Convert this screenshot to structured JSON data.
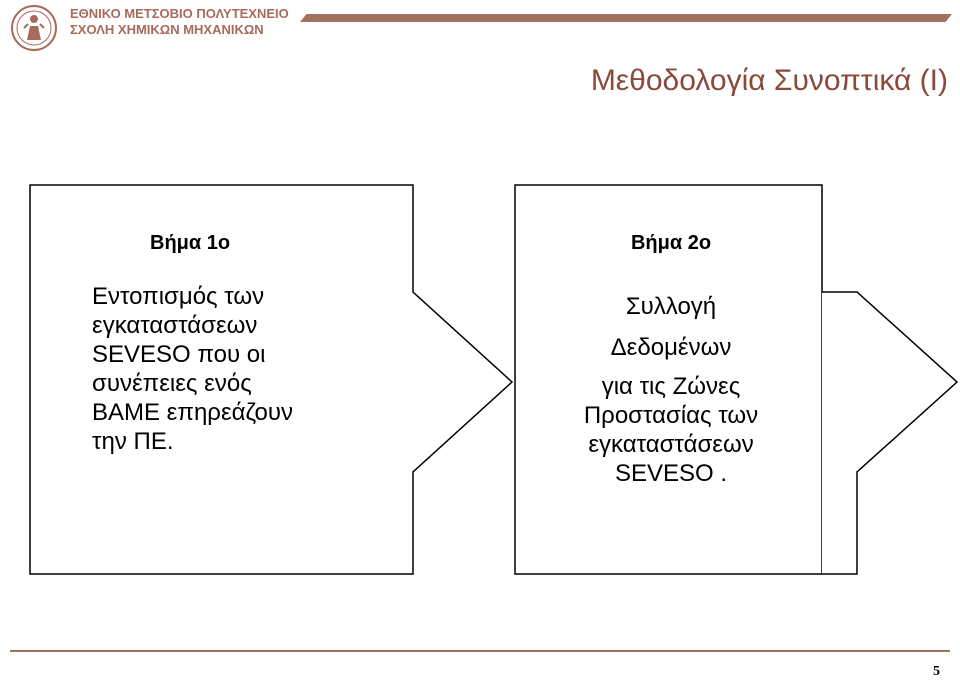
{
  "header": {
    "institution_line1": "ΕΘΝΙΚΟ ΜΕΤΣΟΒΙΟ ΠΟΛΥΤΕΧΝΕΙΟ",
    "institution_line2": "ΣΧΟΛΗ ΧΗΜΙΚΩΝ ΜΗΧΑΝΙΚΩΝ",
    "logo_icon": "university-seal-icon",
    "accent_color": "#a0715f"
  },
  "slide": {
    "title": "Μεθοδολογία Συνοπτικά (Ι)",
    "title_color": "#8a4a3a",
    "page_number": "5"
  },
  "step1": {
    "heading": "Βήμα 1ο",
    "lines": [
      "Εντοπισμός των",
      "εγκαταστάσεων",
      "SEVESO που οι",
      "συνέπειες ενός",
      "ΒΑΜΕ επηρεάζουν",
      "την ΠΕ."
    ]
  },
  "step2": {
    "heading": "Βήμα 2ο",
    "lines": [
      "Συλλογή",
      "Δεδομένων",
      "για τις Ζώνες",
      "Προστασίας των",
      "εγκαταστάσεων",
      "SEVESO ."
    ]
  }
}
